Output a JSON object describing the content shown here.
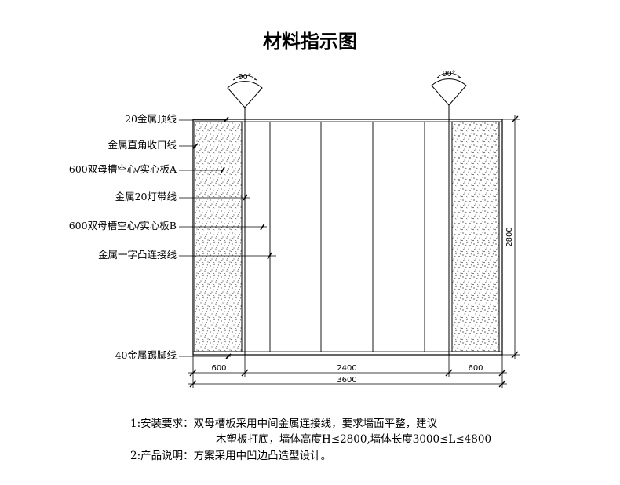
{
  "title": "材料指示图",
  "callouts": [
    {
      "label": "20金属顶线"
    },
    {
      "label": "金属直角收口线"
    },
    {
      "label": "600双母槽空心/实心板A"
    },
    {
      "label": "金属20灯带线"
    },
    {
      "label": "600双母槽空心/实心板B"
    },
    {
      "label": "金属一字凸连接线"
    },
    {
      "label": "40金属踢脚线"
    }
  ],
  "angles": [
    "90°",
    "90°"
  ],
  "dimensions": {
    "left_panel": "600",
    "middle": "2400",
    "right_panel": "600",
    "total": "3600",
    "height": "2800"
  },
  "notes": {
    "line1": "1:安装要求：双母槽板采用中间金属连接线，要求墙面平整，建议",
    "line2": "木塑板打底，墙体高度H≤2800,墙体长度3000≤L≤4800",
    "line3": "2:产品说明：方案采用中凹边凸造型设计。"
  }
}
